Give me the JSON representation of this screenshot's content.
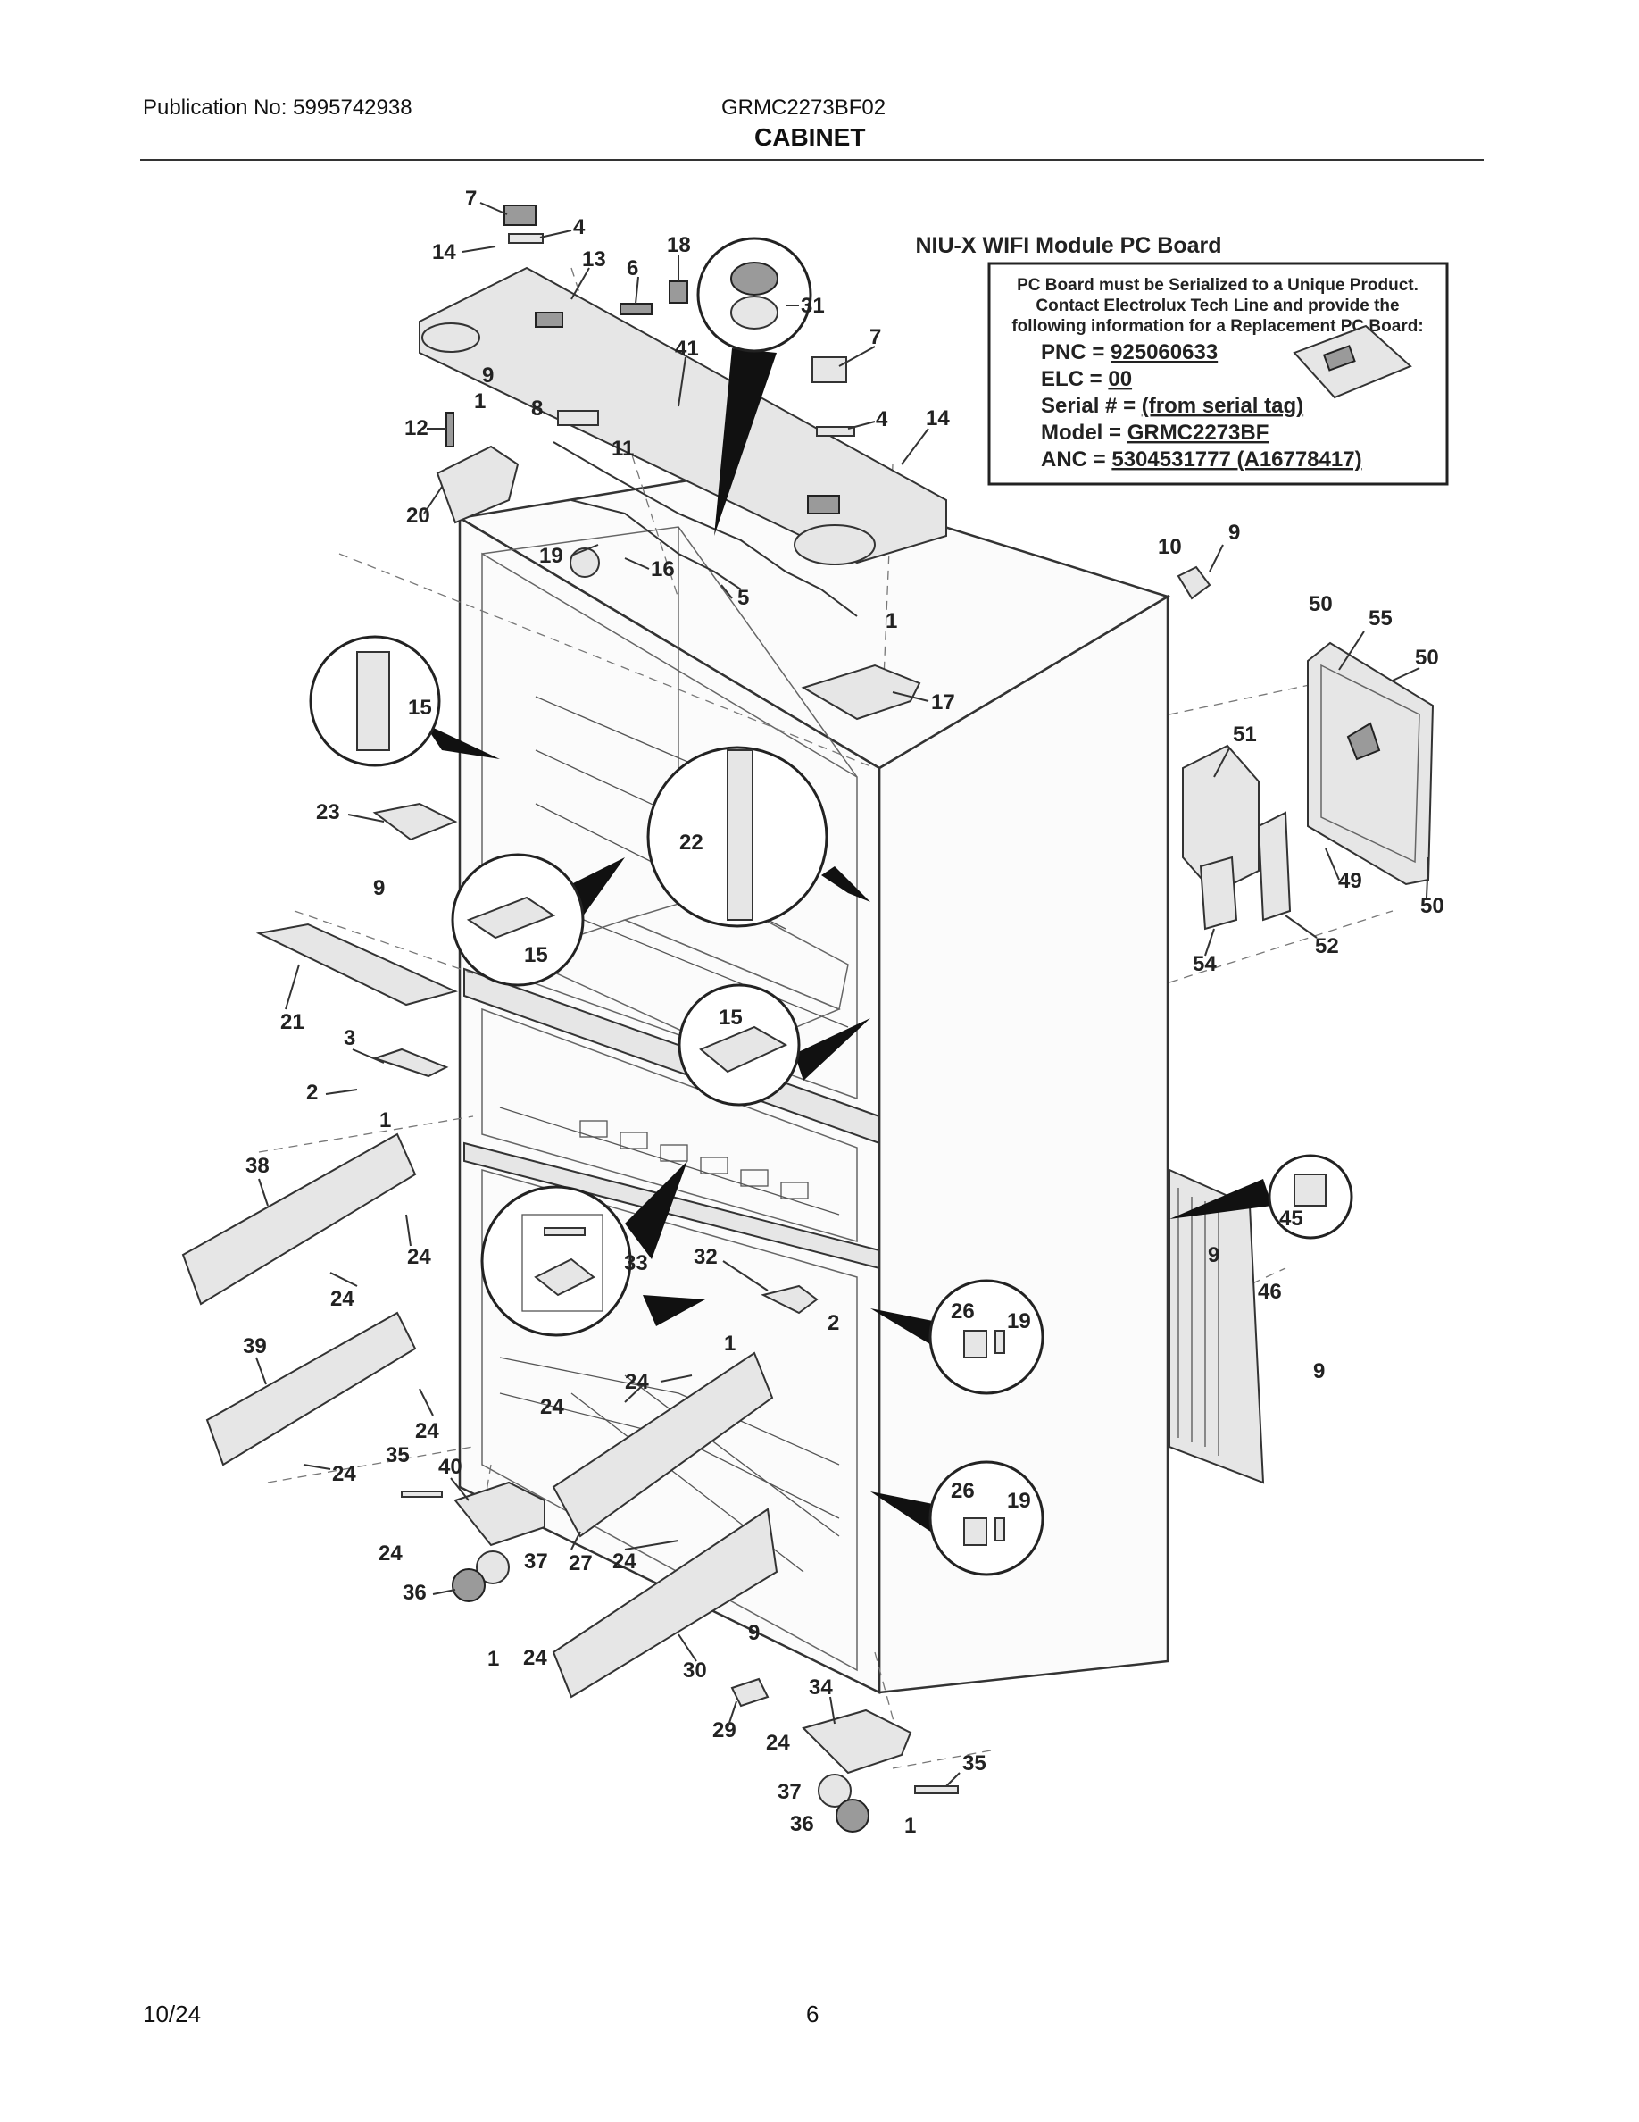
{
  "header": {
    "publication": "Publication No: 5995742938",
    "model": "GRMC2273BF02",
    "section": "CABINET"
  },
  "footer": {
    "date": "10/24",
    "page": "6"
  },
  "wifi_box": {
    "title": "NIU-X WIFI Module PC Board",
    "line1": "PC Board must be Serialized to a Unique Product.",
    "line2": "Contact Electrolux Tech Line and provide the",
    "line3": "following information for a Replacement PC Board:",
    "pnc_label": "PNC = ",
    "pnc_value": "925060633",
    "elc_label": "ELC = ",
    "elc_value": "00",
    "serial_label": "Serial # = ",
    "serial_value": "(from serial tag)",
    "model_label": "Model = ",
    "model_value": "GRMC2273BF",
    "anc_label": "ANC = ",
    "anc_value": "5304531777 (A16778417)"
  },
  "callouts": {
    "c7a": "7",
    "c4a": "4",
    "c14a": "14",
    "c13": "13",
    "c6": "6",
    "c18": "18",
    "c31": "31",
    "c7b": "7",
    "c41": "41",
    "c9a": "9",
    "c8": "8",
    "c1a": "1",
    "c12": "12",
    "c11": "11",
    "c4b": "4",
    "c14b": "14",
    "c20": "20",
    "c19a": "19",
    "c16": "16",
    "c5": "5",
    "c10": "10",
    "c9b": "9",
    "c1b": "1",
    "c17": "17",
    "c50a": "50",
    "c55": "55",
    "c50b": "50",
    "c51": "51",
    "c49": "49",
    "c50c": "50",
    "c54": "54",
    "c52": "52",
    "c15a": "15",
    "c22": "22",
    "c23": "23",
    "c9c": "9",
    "c15b": "15",
    "c21": "21",
    "c3": "3",
    "c15c": "15",
    "c2a": "2",
    "c1c": "1",
    "c38": "38",
    "c24a": "24",
    "c24b": "24",
    "c45": "45",
    "c33": "33",
    "c32": "32",
    "c9d": "9",
    "c46": "46",
    "c26a": "26",
    "c19b": "19",
    "c2b": "2",
    "c1d": "1",
    "c9e": "9",
    "c39": "39",
    "c24c": "24",
    "c24d": "24",
    "c24e": "24",
    "c35a": "35",
    "c40": "40",
    "c24f": "24",
    "c37a": "37",
    "c27": "27",
    "c24g": "24",
    "c26b": "26",
    "c19c": "19",
    "c36a": "36",
    "c1e": "1",
    "c24h": "24",
    "c30": "30",
    "c9f": "9",
    "c34": "34",
    "c29": "29",
    "c24i": "24",
    "c35b": "35",
    "c37b": "37",
    "c36b": "36",
    "c1f": "1",
    "c24j": "24"
  }
}
